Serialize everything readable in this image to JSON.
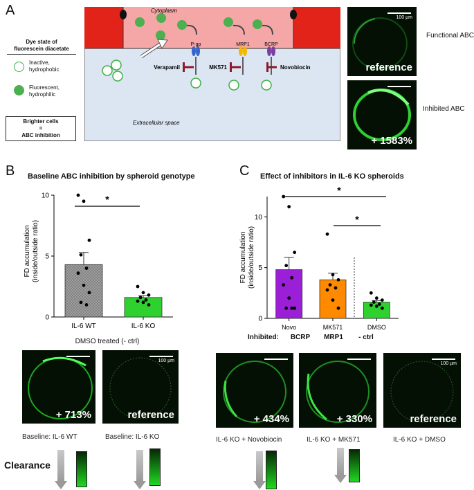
{
  "panelA": {
    "letter": "A",
    "legend": {
      "title_line1": "Dye state of",
      "title_line2": "fluorescein diacetate",
      "inactive_line1": "Inactive,",
      "inactive_line2": "hydrophobic",
      "fluorescent_line1": "Fluorescent,",
      "fluorescent_line2": "hydrophilic",
      "box_line1": "Brighter cells",
      "box_line2": "=",
      "box_line3": "ABC inhibition"
    },
    "diagram": {
      "cytoplasm": "Cytoplasm",
      "extracellular": "Extracellular space",
      "transporters": [
        "P-gp",
        "MRP1",
        "BCRP"
      ],
      "inhibitors": [
        "Verapamil",
        "MK571",
        "Novobiocin"
      ]
    },
    "images": {
      "top_label": "reference",
      "top_scale": "100 µm",
      "top_caption": "Functional ABC",
      "bottom_label": "+ 1583%",
      "bottom_caption": "Inhibited ABC"
    }
  },
  "panelB": {
    "letter": "B",
    "title": "Baseline ABC inhibition by spheroid genotype",
    "sig": "*",
    "xlabel": "DMSO treated (- ctrl)",
    "ylabel_line1": "FD accumulation",
    "ylabel_line2": "(inside/outside ratio)"
  },
  "panelC": {
    "letter": "C",
    "title": "Effect of inhibitors in IL-6 KO spheroids",
    "sig1": "*",
    "sig2": "*",
    "inhibited_label": "Inhibited:",
    "inhibited_values": [
      "BCRP",
      "MRP1",
      "- ctrl"
    ],
    "ylabel_line1": "FD accumulation",
    "ylabel_line2": "(inside/outside ratio)"
  },
  "chart_data": [
    {
      "type": "bar",
      "title": "Baseline ABC inhibition by spheroid genotype",
      "categories": [
        "IL-6 WT",
        "IL-6 KO"
      ],
      "values": [
        4.3,
        1.6
      ],
      "errors": [
        1.0,
        0.15
      ],
      "colors": [
        "#9e9e9e",
        "#2ed12e"
      ],
      "points": [
        [
          10.0,
          9.5,
          6.3,
          5.1,
          4.0,
          3.6,
          2.6,
          2.0,
          1.2,
          1.0
        ],
        [
          2.5,
          2.0,
          1.8,
          1.6,
          1.4,
          1.3,
          1.2,
          1.0
        ]
      ],
      "ylim": [
        0,
        10
      ],
      "yticks": [
        0,
        5,
        10
      ],
      "ylabel": "FD accumulation (inside/outside ratio)",
      "xlabel": "DMSO treated (- ctrl)"
    },
    {
      "type": "bar",
      "title": "Effect of inhibitors in IL-6 KO spheroids",
      "categories": [
        "Novo",
        "MK571",
        "DMSO"
      ],
      "values": [
        4.8,
        3.8,
        1.6
      ],
      "errors": [
        1.2,
        0.65,
        0.15
      ],
      "colors": [
        "#9b1fd6",
        "#ff8a00",
        "#2ed12e"
      ],
      "points": [
        [
          12.0,
          11.0,
          6.5,
          5.2,
          4.0,
          3.3,
          2.0,
          1.0,
          1.0,
          1.0
        ],
        [
          8.3,
          4.3,
          3.8,
          3.3,
          3.0,
          2.8,
          1.8,
          1.0
        ],
        [
          2.5,
          2.0,
          1.8,
          1.6,
          1.4,
          1.3,
          1.2,
          1.0
        ]
      ],
      "ylim": [
        0,
        12
      ],
      "yticks": [
        0,
        5,
        10
      ],
      "ylabel": "FD accumulation (inside/outside ratio)"
    }
  ],
  "bottom": {
    "images": [
      {
        "label": "+ 713%",
        "caption": "Baseline: IL-6 WT",
        "scale": ""
      },
      {
        "label": "reference",
        "caption": "Baseline: IL-6 KO",
        "scale": "100 µm"
      },
      {
        "label": "+ 434%",
        "caption": "IL-6 KO + Novobiocin",
        "scale": ""
      },
      {
        "label": "+ 330%",
        "caption": "IL-6 KO + MK571",
        "scale": ""
      },
      {
        "label": "reference",
        "caption": "IL-6 KO + DMSO",
        "scale": "100 µm"
      }
    ],
    "clearance_label": "Clearance"
  }
}
